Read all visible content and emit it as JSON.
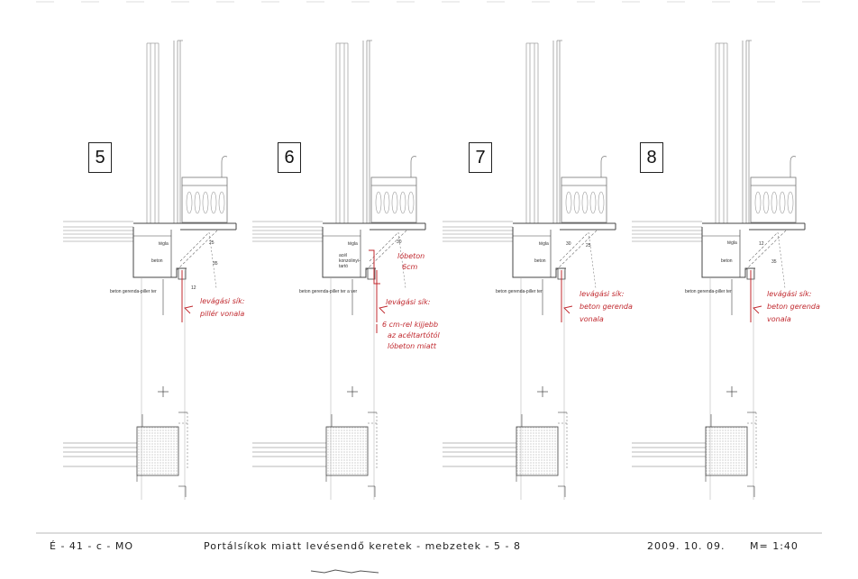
{
  "panels": [
    {
      "number": "5",
      "labels": {
        "tegla": "tégla",
        "beton": "beton",
        "beam": "beton gerenda-piller ter"
      },
      "dim_a": "12",
      "dim_b": "25",
      "dim_c": "35",
      "red_notes": [
        "levágási sík:",
        "pillér vonala"
      ],
      "extra_red": []
    },
    {
      "number": "6",
      "labels": {
        "tegla": "tégla",
        "beton": "acél konzolinyi-tartó",
        "beam": "beton gerenda-piller ter a ver"
      },
      "dim_a": "30",
      "dim_b": "",
      "dim_c": "",
      "red_notes": [
        "levágási sík:",
        "6 cm-rel kijjebb",
        "az acéltartótól",
        "lóbeton miatt"
      ],
      "extra_red": [
        "lóbeton",
        "6cm"
      ]
    },
    {
      "number": "7",
      "labels": {
        "tegla": "tégla",
        "beton": "beton",
        "beam": "beton gerenda-piller ter"
      },
      "dim_a": "30",
      "dim_b": "25",
      "dim_c": "",
      "red_notes": [
        "levágási sík:",
        "beton gerenda",
        "vonala"
      ],
      "extra_red": []
    },
    {
      "number": "8",
      "labels": {
        "tegla": "tégla",
        "beton": "beton",
        "beam": "beton gerenda-piller ter"
      },
      "dim_a": "12",
      "dim_b": "35",
      "dim_c": "",
      "red_notes": [
        "levágási sík:",
        "beton gerenda",
        "vonala"
      ],
      "extra_red": []
    }
  ],
  "footer": {
    "code": "É - 41 - c - MO",
    "title": "Portálsíkok miatt levésendő keretek - mebzetek - 5 - 8",
    "date": "2009. 10. 09.",
    "scale": "M= 1:40"
  },
  "colors": {
    "ink": "#444444",
    "red": "#c0282e",
    "hatch": "#8a8a8a"
  }
}
